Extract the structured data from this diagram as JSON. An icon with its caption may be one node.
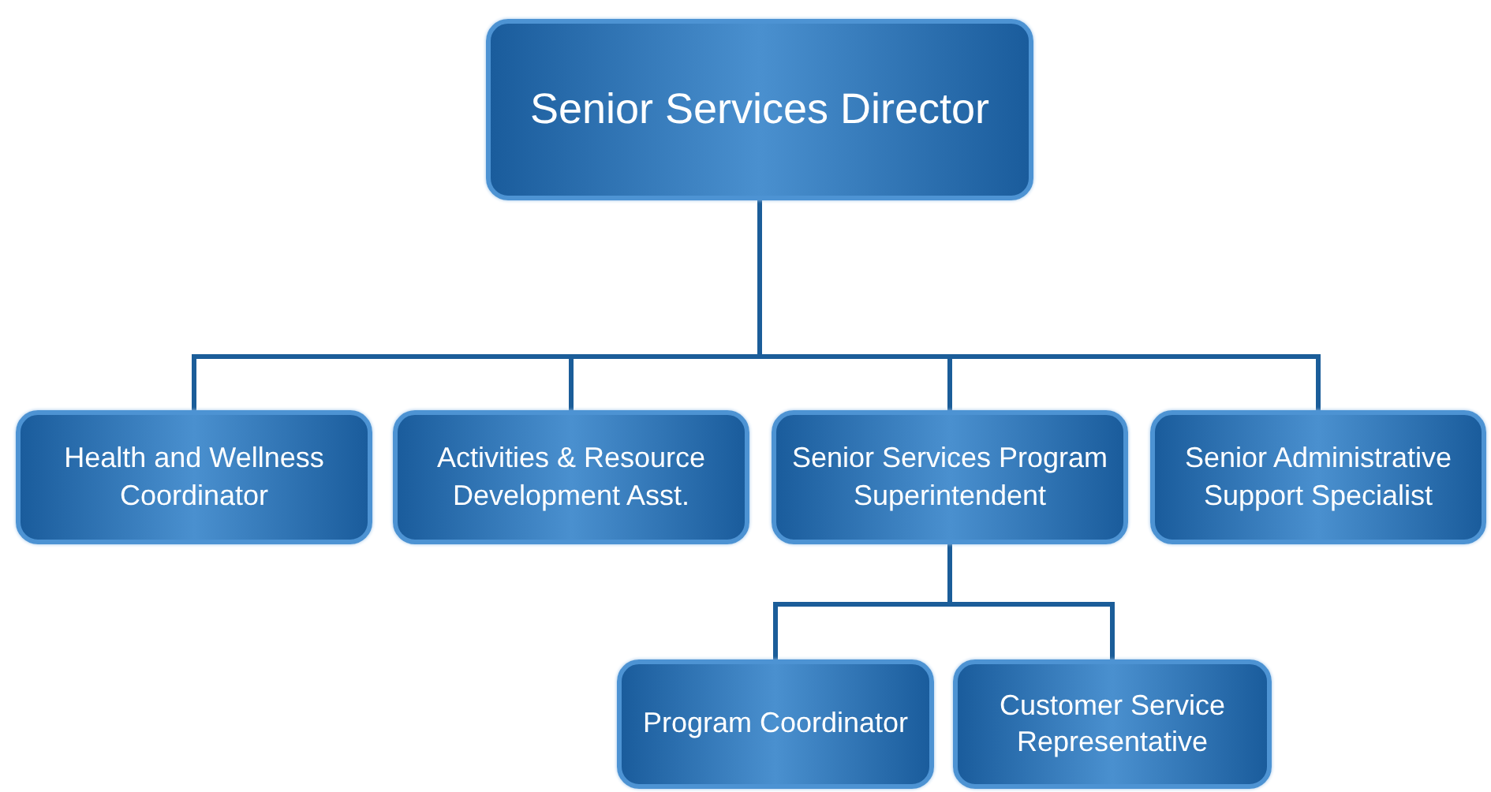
{
  "diagram": {
    "nodes": [
      {
        "text": [
          "Senior Services Director"
        ]
      },
      {
        "text": [
          "Health and Wellness Coordinator"
        ]
      },
      {
        "text": [
          "Activities & Resource Development Asst."
        ]
      },
      {
        "text": [
          "Senior Services Program Superintendent"
        ]
      },
      {
        "text": [
          "Senior Administrative Support Specialist"
        ]
      },
      {
        "text": [
          "Program Coordinator"
        ]
      },
      {
        "text": [
          "Customer Service Representative"
        ]
      }
    ],
    "edges": [
      {
        "from": 0,
        "to": 1,
        "arrow": "none"
      },
      {
        "from": 0,
        "to": 2,
        "arrow": "none"
      },
      {
        "from": 0,
        "to": 3,
        "arrow": "none"
      },
      {
        "from": 0,
        "to": 4,
        "arrow": "none"
      },
      {
        "from": 3,
        "to": 5,
        "arrow": "none"
      },
      {
        "from": 3,
        "to": 6,
        "arrow": "none"
      }
    ]
  }
}
